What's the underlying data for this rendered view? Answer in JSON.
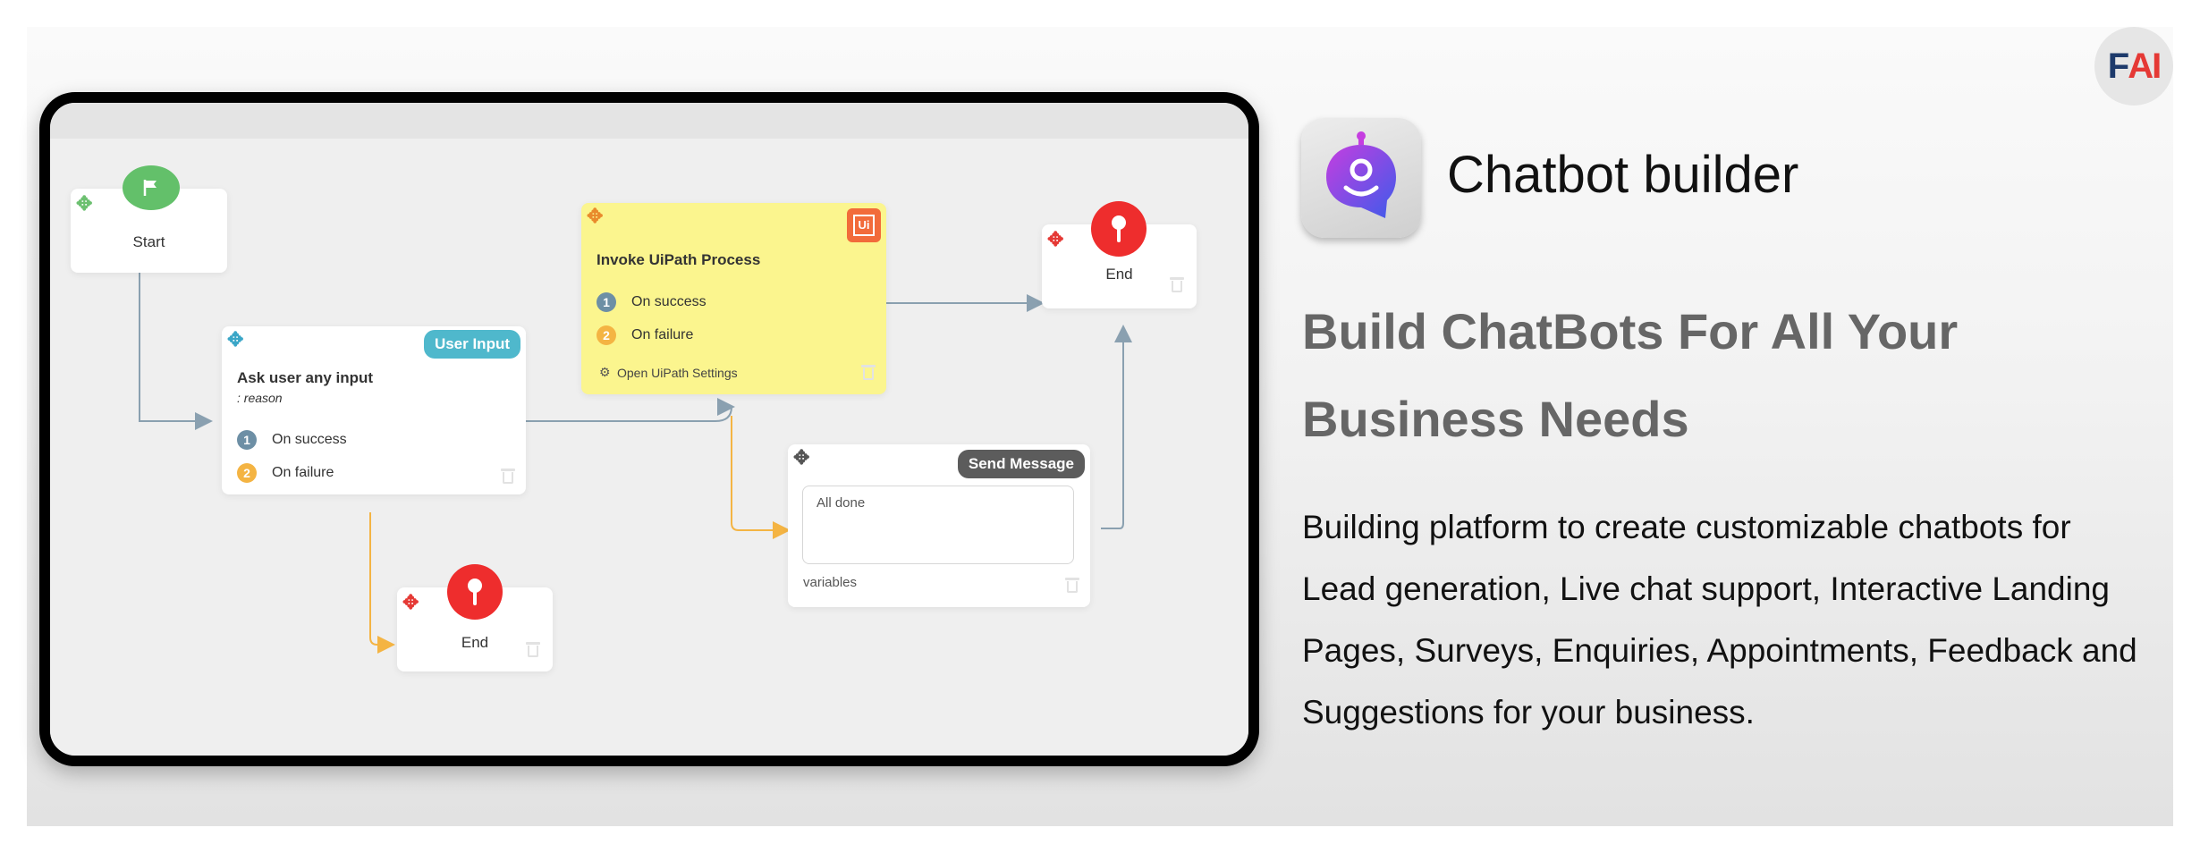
{
  "brand": {
    "logo_left": "F",
    "logo_right": "AI"
  },
  "product": {
    "title": "Chatbot builder",
    "headline": "Build ChatBots For All Your Business Needs",
    "description": "Building platform to create customizable chatbots for Lead generation, Live chat support, Interactive Landing Pages, Surveys, Enquiries, Appointments, Feedback and Suggestions for your business."
  },
  "flow": {
    "start": {
      "label": "Start"
    },
    "user_input": {
      "badge": "User Input",
      "title": "Ask user any input",
      "subtitle": ": reason",
      "option1_num": "1",
      "option1": "On success",
      "option2_num": "2",
      "option2": "On failure"
    },
    "end_bottom": {
      "label": "End"
    },
    "invoke": {
      "title": "Invoke UiPath Process",
      "option1_num": "1",
      "option1": "On success",
      "option2_num": "2",
      "option2": "On failure",
      "settings_link": "Open UiPath Settings",
      "badge_icon": "Ui"
    },
    "end_top": {
      "label": "End"
    },
    "send_message": {
      "badge": "Send Message",
      "message": "All done",
      "variables_label": "variables"
    }
  },
  "colors": {
    "connector_gray": "#8aa0b0",
    "connector_orange": "#f4b443",
    "start_green": "#63c06a",
    "end_red": "#ee2d2d",
    "user_input_badge": "#4fb8cc",
    "send_message_badge": "#5c5c5c",
    "invoke_yellow": "#fbf58e"
  }
}
